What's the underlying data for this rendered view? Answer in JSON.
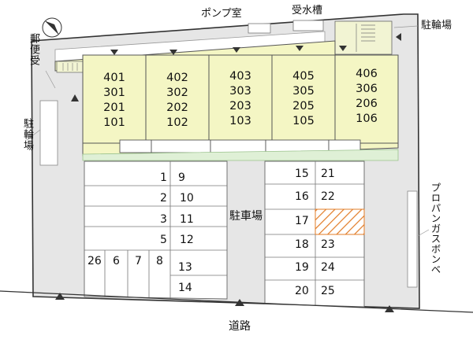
{
  "labels": {
    "pump_room": "ポンプ室",
    "water_tank": "受水槽",
    "bike_parking_ne": "駐輪場",
    "bike_parking_w": "駐輪場",
    "mailbox": "郵便受",
    "parking": "駐車場",
    "propane": "プロパンガスボンベ",
    "road": "道路"
  },
  "units": [
    [
      "401",
      "301",
      "201",
      "101"
    ],
    [
      "402",
      "302",
      "202",
      "102"
    ],
    [
      "403",
      "303",
      "203",
      "103"
    ],
    [
      "405",
      "305",
      "205",
      "105"
    ],
    [
      "406",
      "306",
      "206",
      "106"
    ]
  ],
  "parking_spaces": {
    "left_grid": [
      "1",
      "9",
      "2",
      "10",
      "3",
      "11",
      "5",
      "12",
      "13",
      "14"
    ],
    "left_row": [
      "26",
      "6",
      "7",
      "8"
    ],
    "right_grid": [
      "15",
      "21",
      "16",
      "22",
      "17",
      "18",
      "23",
      "19",
      "24",
      "20",
      "25"
    ]
  },
  "highlighted_space": "17-right",
  "colors": {
    "building": "#f4f6c4",
    "lot": "#e6e6e6",
    "planting": "#dff0d6",
    "hatch": "#e27c27",
    "outline": "#333333"
  },
  "icons": [
    "north-arrow-icon",
    "entrance-arrow-icon"
  ]
}
